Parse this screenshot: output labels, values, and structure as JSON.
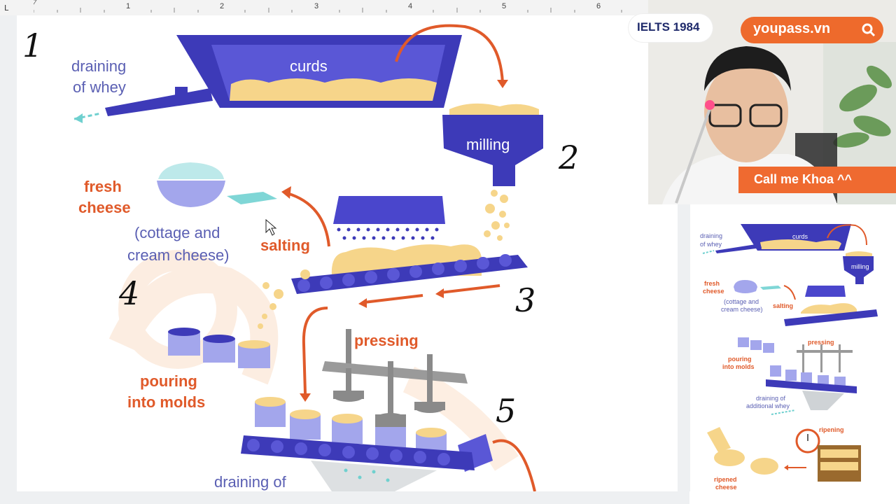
{
  "ruler": {
    "numbers": [
      "1",
      "2",
      "3",
      "4",
      "5",
      "6"
    ],
    "corner_symbol": "L"
  },
  "diagram": {
    "labels": {
      "curds": "curds",
      "draining_of_whey": [
        "draining",
        "of whey"
      ],
      "milling": "milling",
      "fresh_cheese": [
        "fresh",
        "cheese"
      ],
      "cottage": [
        "(cottage and",
        "cream cheese)"
      ],
      "salting": "salting",
      "pressing": "pressing",
      "pouring": [
        "pouring",
        "into molds"
      ],
      "draining_additional": "draining of"
    },
    "handwritten_numbers": [
      "1",
      "2",
      "3",
      "4",
      "5"
    ]
  },
  "overlay": {
    "ielts_brand": "IELTS 1984",
    "youpass": "youpass.vn",
    "caption": "Call me Khoa ^^"
  },
  "thumbnail": {
    "labels": {
      "draining_of_whey": [
        "draining",
        "of whey"
      ],
      "curds": "curds",
      "milling": "milling",
      "fresh_cheese": [
        "fresh",
        "cheese"
      ],
      "cottage": [
        "(cottage and",
        "cream cheese)"
      ],
      "salting": "salting",
      "pressing": "pressing",
      "pouring": [
        "pouring",
        "into molds"
      ],
      "draining_additional": [
        "draining of",
        "additional whey"
      ],
      "ripening": "ripening",
      "ripened_cheese": [
        "ripened",
        "cheese"
      ]
    }
  },
  "colors": {
    "navy": "#3d3ab8",
    "orange": "#e05a2a",
    "cheese": "#f6d58a",
    "teal": "#7fd6d6",
    "gray": "#8a8a8a"
  }
}
